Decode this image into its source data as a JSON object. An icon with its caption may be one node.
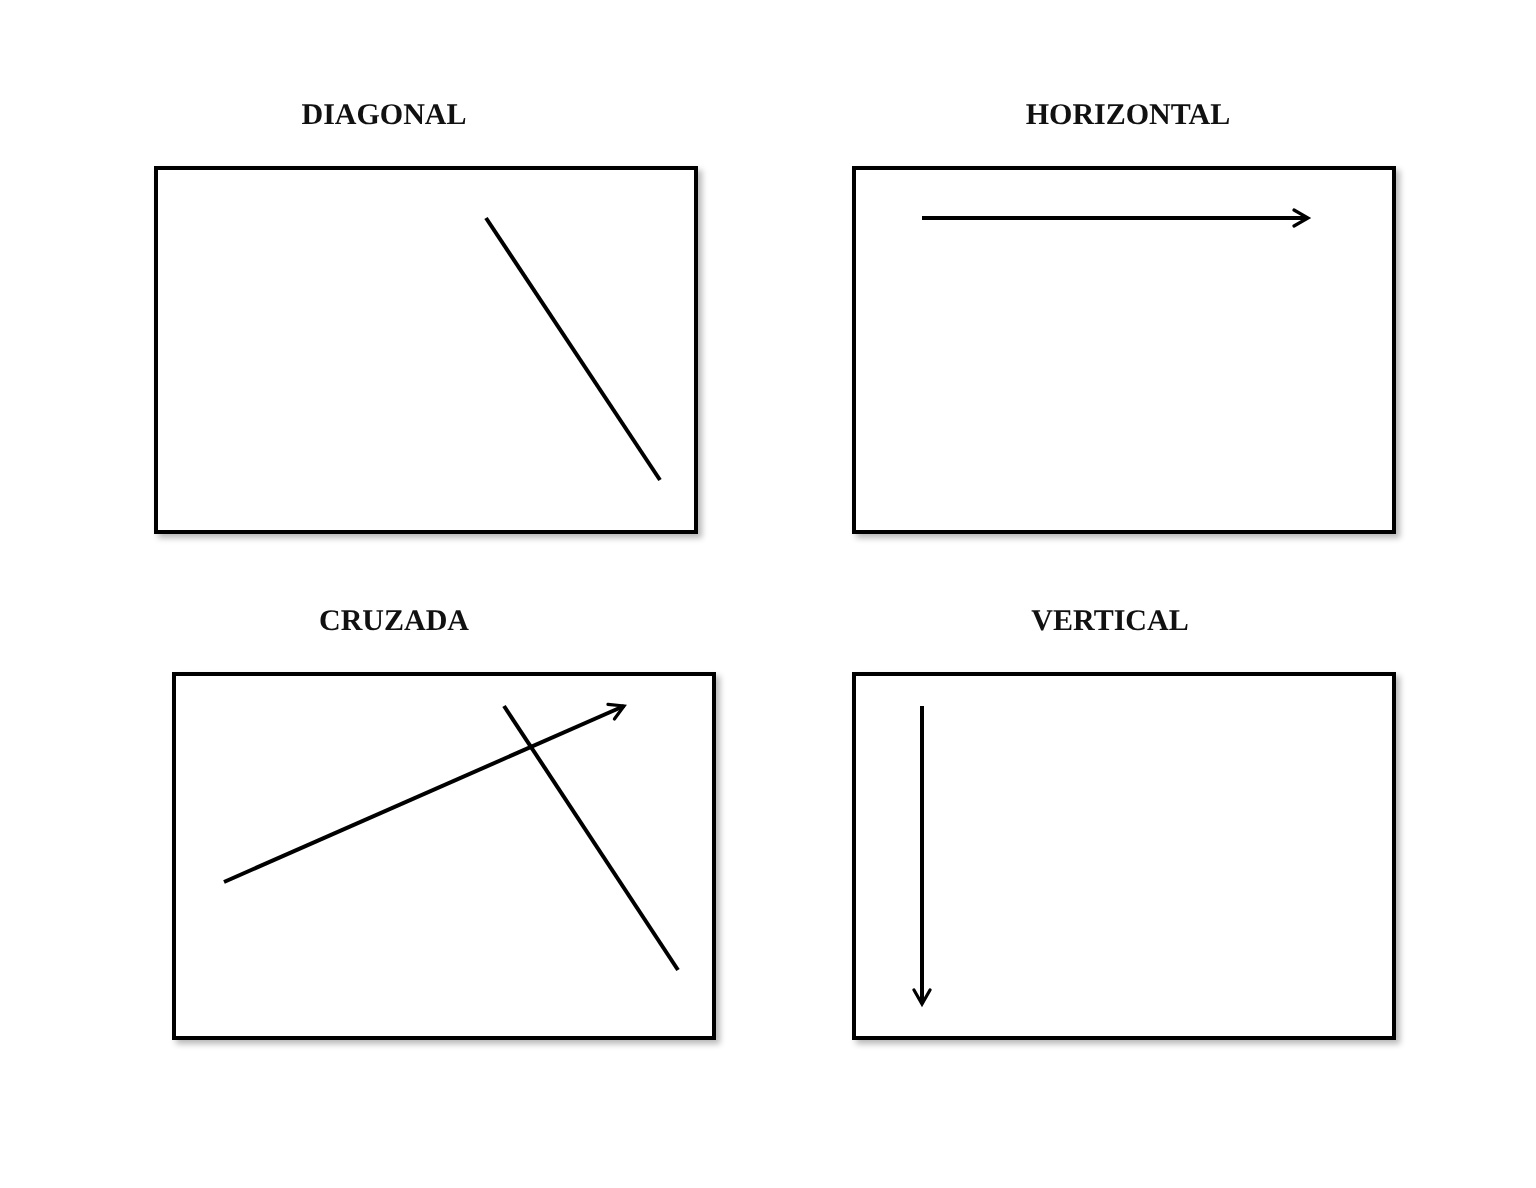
{
  "diagram": {
    "nodes": [
      {
        "text": [
          "DIAGONAL"
        ]
      },
      {
        "text": [
          "HORIZONTAL"
        ]
      },
      {
        "text": [
          "CRUZADA"
        ]
      },
      {
        "text": [
          "VERTICAL"
        ]
      }
    ]
  }
}
